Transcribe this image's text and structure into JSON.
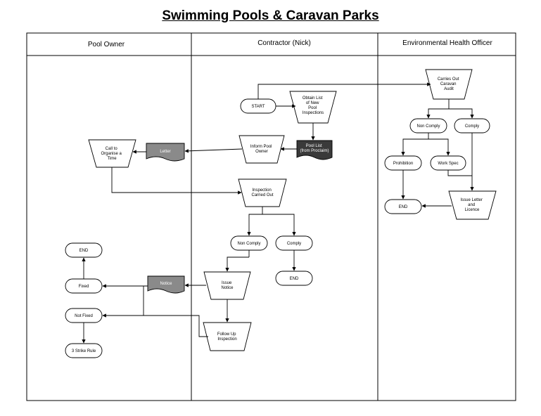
{
  "title": "Swimming Pools & Caravan Parks",
  "lanes": [
    "Pool Owner",
    "Contractor (Nick)",
    "Environmental Health Officer"
  ],
  "nodes": {
    "start": "START",
    "obtain_list": [
      "Obtain List",
      "of New",
      "Pool",
      "Inspections"
    ],
    "pool_list": [
      "Pool List",
      "(from Proclaim)"
    ],
    "inform_owner": [
      "Inform Pool",
      "Owner"
    ],
    "letter": "Letter",
    "call_to_organise": [
      "Call to",
      "Organise a",
      "Time"
    ],
    "inspection_carried_out": [
      "Inspection",
      "Carried Out"
    ],
    "non_comply_c": "Non Comply",
    "comply_c": "Comply",
    "end_c": "END",
    "issue_notice": [
      "Issue",
      "Notice"
    ],
    "notice": "Notice",
    "follow_up": [
      "Follow Up",
      "Inspection"
    ],
    "end_po": "END",
    "fixed": "Fixed",
    "not_fixed": "Not Fixed",
    "three_strike": "3 Strike Rule",
    "carries_out_audit": [
      "Carries Out",
      "Caravan",
      "Audit"
    ],
    "non_comply_e": "Non Comply",
    "comply_e": "Comply",
    "prohibition": "Prohibition",
    "work_spec": "Work Spec",
    "end_e": "END",
    "issue_letter": [
      "Issue Letter",
      "and",
      "Licence"
    ]
  },
  "colors": {
    "dark_doc": "#3a3a3a",
    "gray_doc": "#8a8a8a",
    "stroke": "#000000",
    "background": "#ffffff"
  }
}
